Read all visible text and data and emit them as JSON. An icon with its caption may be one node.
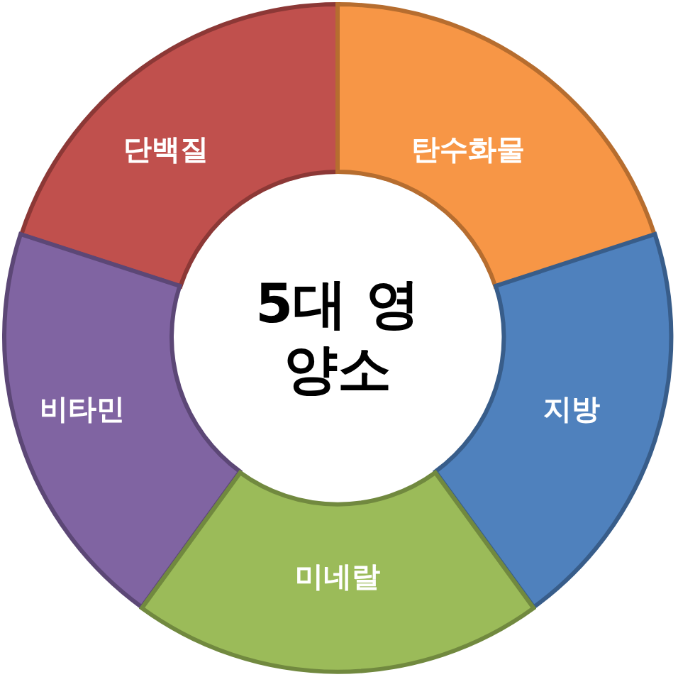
{
  "diagram": {
    "nodes": [
      {
        "text": [
          "5대 영양소"
        ]
      },
      {
        "text": [
          "단백질"
        ]
      },
      {
        "text": [
          "탄수화물"
        ]
      },
      {
        "text": [
          "비타민"
        ]
      },
      {
        "text": [
          "지방"
        ]
      },
      {
        "text": [
          "미네랄"
        ]
      }
    ]
  }
}
